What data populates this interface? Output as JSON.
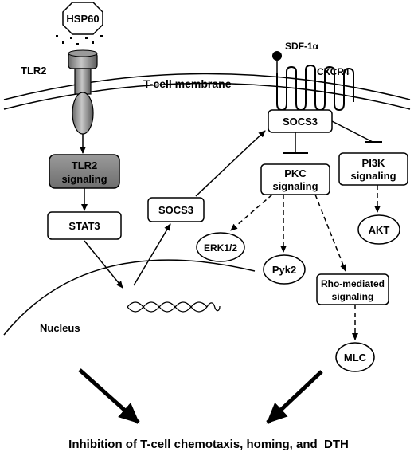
{
  "ligand": "HSP60",
  "receptor_tlr2": "TLR2",
  "membrane": "T-cell membrane",
  "sdf_ligand": "SDF-1α",
  "receptor_cxcr4": "CXCR4",
  "nodes": {
    "tlr2_signaling_line1": "TLR2",
    "tlr2_signaling_line2": "signaling",
    "stat3": "STAT3",
    "socs3_cytoplasm": "SOCS3",
    "socs3_membrane": "SOCS3",
    "pkc_line1": "PKC",
    "pkc_line2": "signaling",
    "pi3k_line1": "PI3K",
    "pi3k_line2": "signaling",
    "erk": "ERK1/2",
    "pyk2": "Pyk2",
    "akt": "AKT",
    "rho_line1": "Rho-mediated",
    "rho_line2": "signaling",
    "mlc": "MLC"
  },
  "nucleus": "Nucleus",
  "outcome": "Inhibition of T-cell chemotaxis, homing, and  DTH"
}
